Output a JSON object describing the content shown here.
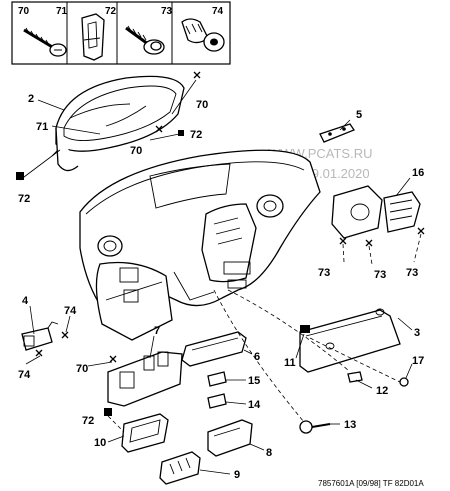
{
  "header_parts": [
    "70",
    "71",
    "72",
    "73",
    "74"
  ],
  "callouts": {
    "c2": "2",
    "c71": "71",
    "c70a": "70",
    "c70b": "70",
    "c72a": "72",
    "c72b": "72",
    "c5": "5",
    "c16": "16",
    "c73a": "73",
    "c73b": "73",
    "c73c": "73",
    "c4": "4",
    "c74a": "74",
    "c74b": "74",
    "c7": "7",
    "c70c": "70",
    "c6": "6",
    "c15": "15",
    "c14": "14",
    "c72c": "72",
    "c10": "10",
    "c8": "8",
    "c9": "9",
    "c13": "13",
    "c11": "11",
    "c3": "3",
    "c12": "12",
    "c17": "17"
  },
  "watermark": {
    "line1": "WWW.PCATS.RU",
    "line2": "2145 09.01.2020"
  },
  "reference_code": "7857601A  [09/98] TF 82D01A",
  "colors": {
    "ink": "#000000",
    "watermark": "#b8b8b8"
  }
}
